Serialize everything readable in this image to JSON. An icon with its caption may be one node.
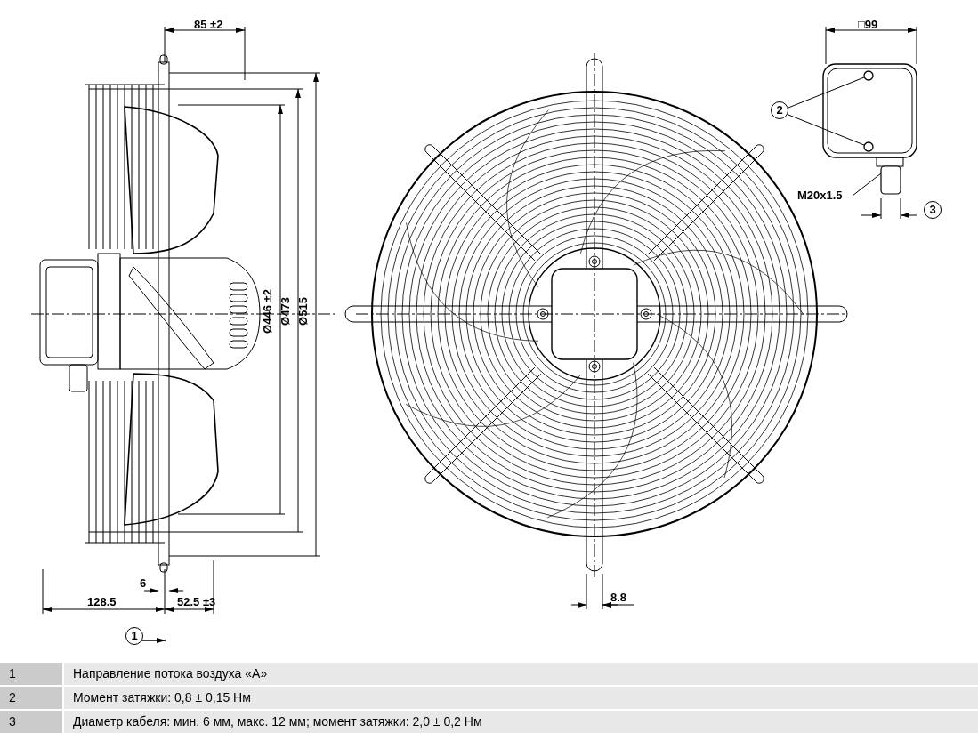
{
  "diagram": {
    "nodes": [
      {
        "text": [
          "2"
        ]
      },
      {
        "text": [],
        "shape": "circle"
      },
      {
        "text": [],
        "shape": "circle"
      },
      {
        "text": [
          "M20x1.5"
        ]
      },
      {
        "text": [],
        "shape": "box"
      },
      {
        "text": [
          "3"
        ]
      },
      {
        "text": [
          "1"
        ]
      }
    ],
    "edges": [
      {
        "from": 0,
        "to": 1,
        "arrow": "none"
      },
      {
        "from": 0,
        "to": 2,
        "arrow": "none"
      },
      {
        "from": 3,
        "to": 4,
        "arrow": "none"
      }
    ],
    "labels": [
      "85 ±2",
      "□99",
      "Ø446 ±2",
      "Ø473",
      "Ø515",
      "6",
      "128.5",
      "52.5 ±3",
      "8.8",
      "1",
      "Направление потока воздуха «A»",
      "2",
      "Момент затяжки: 0,8 ± 0,15 Нм",
      "3",
      "Диаметр кабеля: мин. 6 мм, макс. 12 мм; момент затяжки: 2,0 ± 0,2 Нм"
    ]
  }
}
